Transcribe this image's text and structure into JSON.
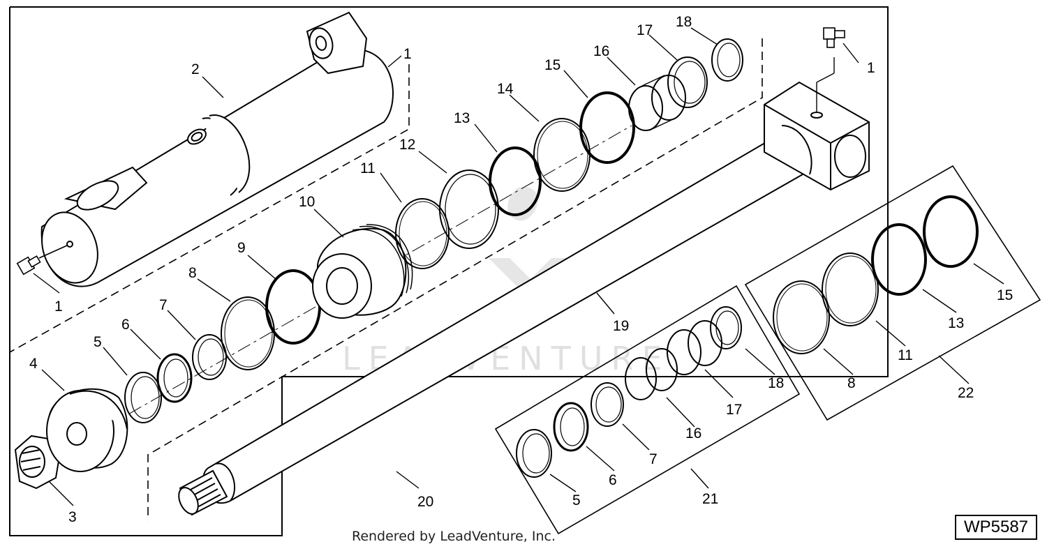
{
  "diagram": {
    "labels": {
      "l1a": "1",
      "l1b": "1",
      "l1c": "1",
      "l2": "2",
      "l3": "3",
      "l4": "4",
      "l5a": "5",
      "l6a": "6",
      "l7a": "7",
      "l8a": "8",
      "l9": "9",
      "l10": "10",
      "l11a": "11",
      "l12": "12",
      "l13a": "13",
      "l14": "14",
      "l15a": "15",
      "l16a": "16",
      "l17a": "17",
      "l18a": "18",
      "l19": "19",
      "l20": "20",
      "l21": "21",
      "l22": "22",
      "l5b": "5",
      "l6b": "6",
      "l7b": "7",
      "l16b": "16",
      "l17b": "17",
      "l18b": "18",
      "l8b": "8",
      "l11b": "11",
      "l13b": "13",
      "l15b": "15"
    }
  },
  "watermark": "LEADVENTURE",
  "footer": "Rendered by LeadVenture, Inc.",
  "figure_id": "WP5587"
}
